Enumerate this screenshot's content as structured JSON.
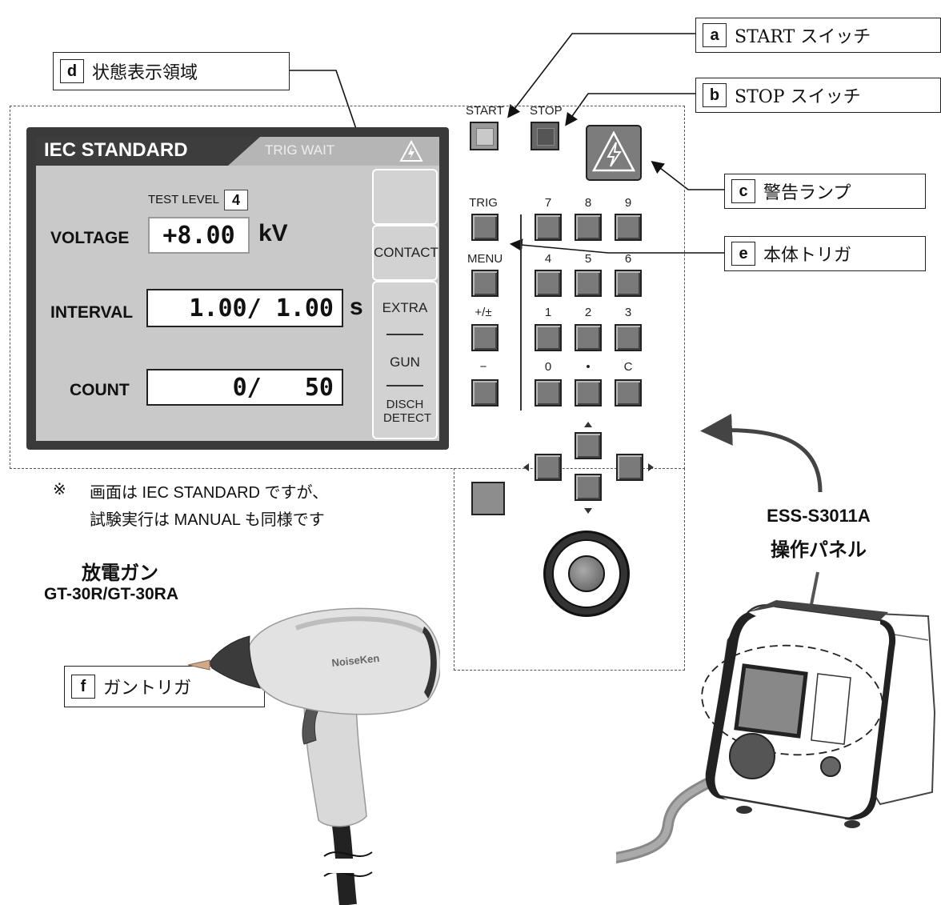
{
  "callouts": {
    "a": {
      "letter": "a",
      "text": "START スイッチ"
    },
    "b": {
      "letter": "b",
      "text": "STOP スイッチ"
    },
    "c": {
      "letter": "c",
      "text": "警告ランプ"
    },
    "d": {
      "letter": "d",
      "text": "状態表示領域"
    },
    "e": {
      "letter": "e",
      "text": "本体トリガ"
    },
    "f": {
      "letter": "f",
      "text": "ガントリガ"
    }
  },
  "screen": {
    "title": "IEC STANDARD",
    "status": "TRIG WAIT",
    "test_level_label": "TEST LEVEL",
    "test_level": "4",
    "voltage_label": "VOLTAGE",
    "voltage": "+8.00",
    "voltage_unit": "kV",
    "interval_label": "INTERVAL",
    "interval": "1.00/ 1.00",
    "interval_unit": "s",
    "count_label": "COUNT",
    "count": "0/   50",
    "side_buttons": [
      "",
      "CONTACT",
      "EXTRA",
      "GUN",
      "DISCH DETECT"
    ]
  },
  "panel": {
    "start": "START",
    "stop": "STOP",
    "trig": "TRIG",
    "menu": "MENU",
    "plusminus": "+/±",
    "minus": "−",
    "digits": [
      "7",
      "8",
      "9",
      "4",
      "5",
      "6",
      "1",
      "2",
      "3",
      "0",
      "•",
      "C"
    ]
  },
  "note": {
    "mark": "※",
    "line1": "画面は IEC STANDARD ですが、",
    "line2": "試験実行は MANUAL も同様です"
  },
  "gun": {
    "name": "放電ガン",
    "model": "GT-30R/GT-30RA",
    "brand": "NoiseKen"
  },
  "device": {
    "model": "ESS-S3011A",
    "label": "操作パネル"
  }
}
